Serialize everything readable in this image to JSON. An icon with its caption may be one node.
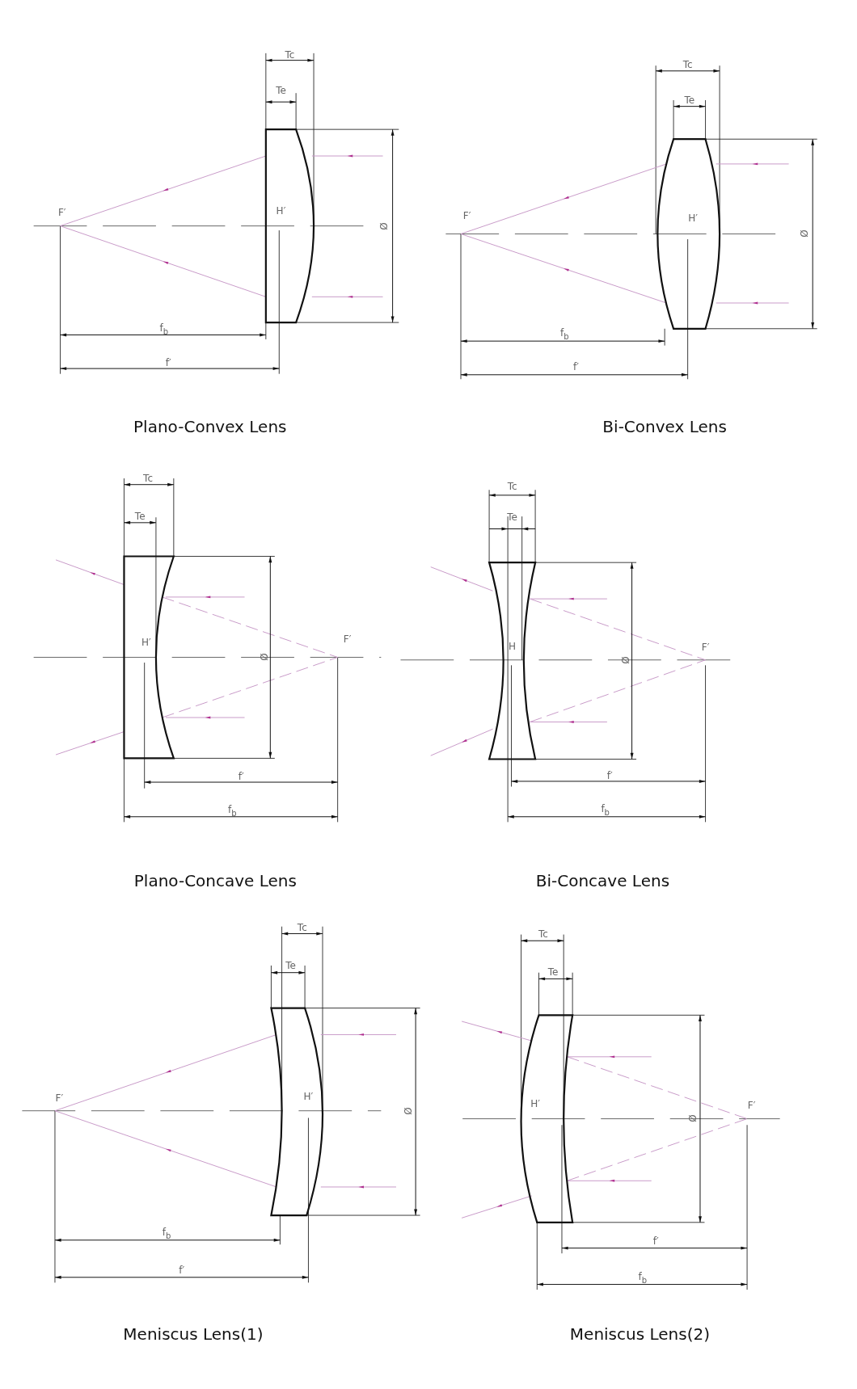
{
  "diagram": {
    "labels": [
      "Tc",
      "Te",
      "F′",
      "H′",
      "Ø",
      "f$_{b}$",
      "f′",
      "Plano-Convex Lens",
      "Tc",
      "Te",
      "F′",
      "H′",
      "Ø",
      "f$_{b}$",
      "f′",
      "Bi-Convex Lens",
      "Tc",
      "Te",
      "H′",
      "F′",
      "Ø",
      "f′",
      "f$_{b}$",
      "Plano-Concave Lens",
      "Tc",
      "Te",
      "H",
      "F′",
      "Ø",
      "f′",
      "f$_{b}$",
      "Bi-Concave Lens",
      "Tc",
      "Te",
      "F′",
      "H′",
      "Ø",
      "f$_{b}$",
      "f′",
      "Meniscus Lens(1)",
      "Tc",
      "Te",
      "H′",
      "F′",
      "Ø",
      "f′",
      "f$_{b}$",
      "Meniscus Lens(2)"
    ]
  }
}
